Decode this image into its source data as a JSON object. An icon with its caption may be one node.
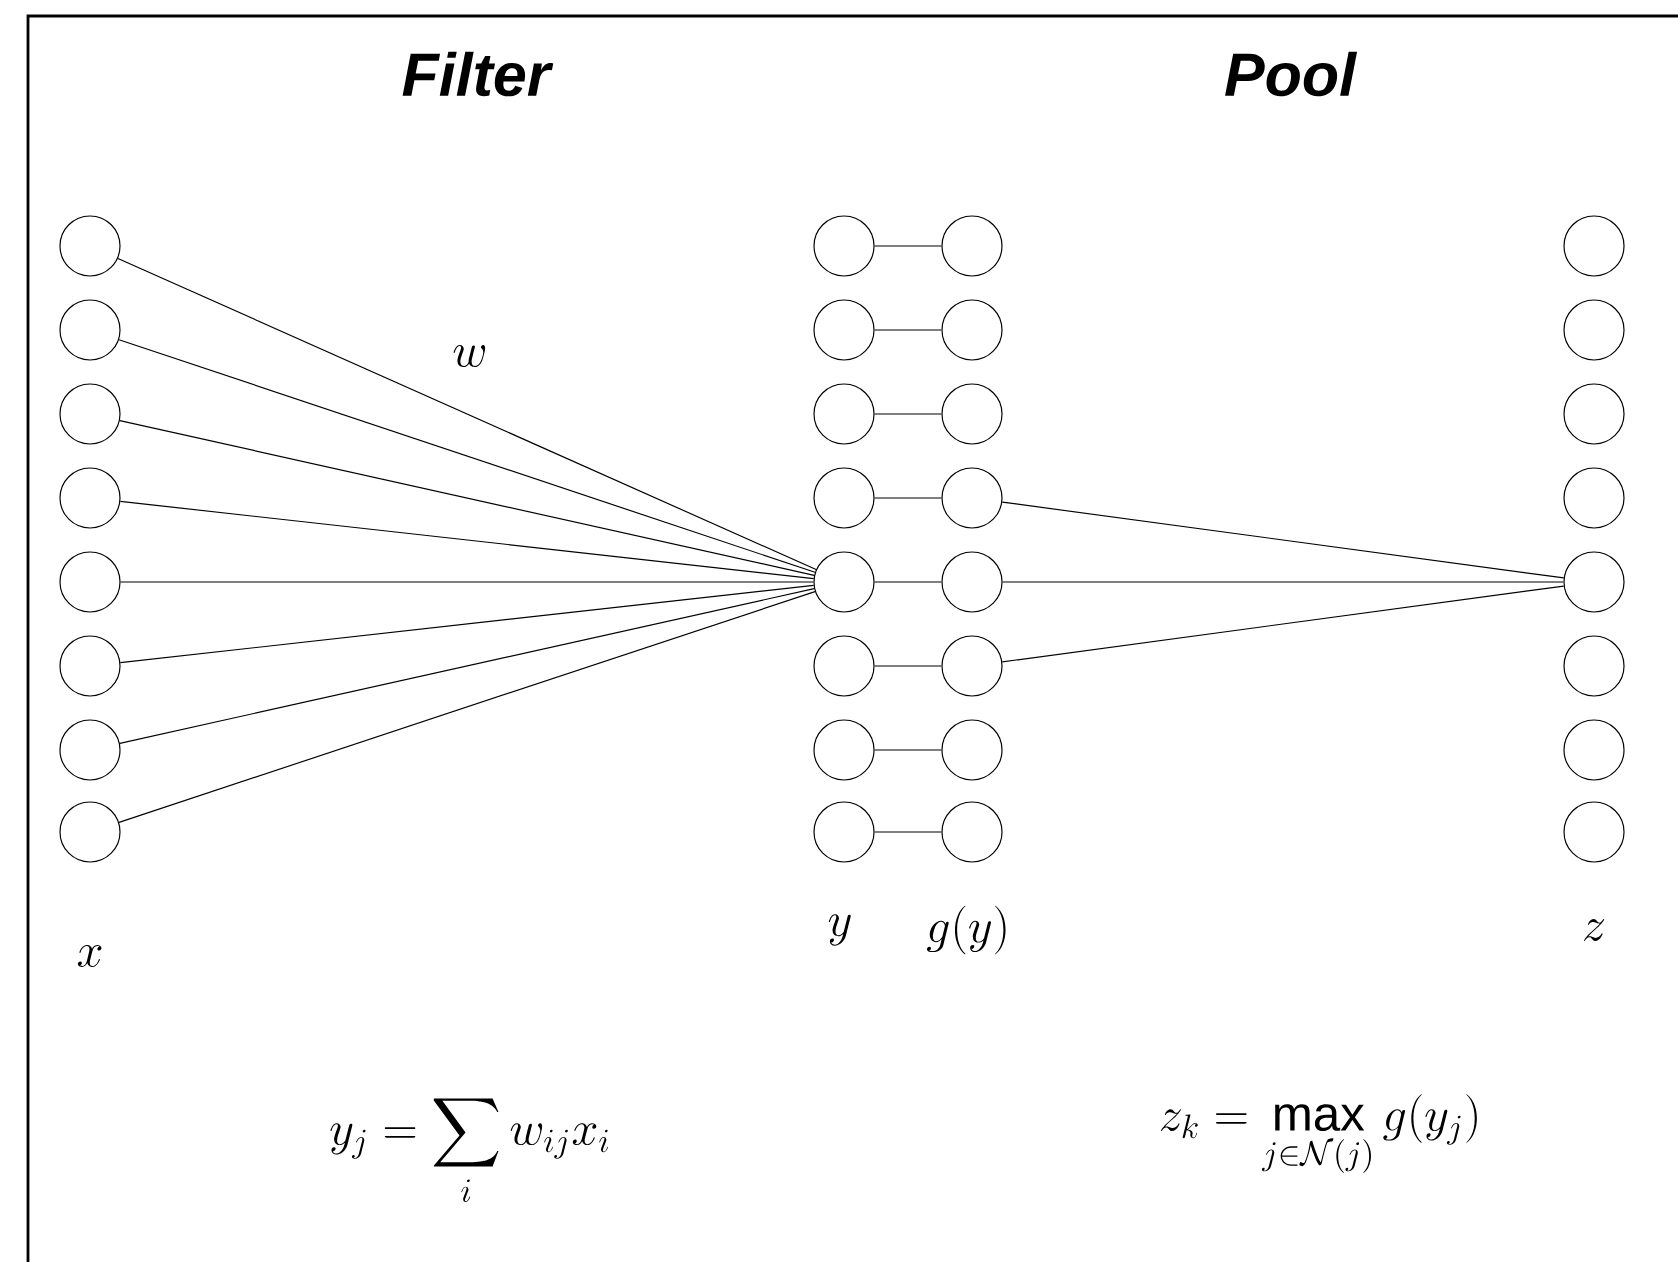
{
  "diagram": {
    "nodes": [
      {
        "text": [],
        "shape": "circle"
      },
      {
        "text": [],
        "shape": "circle"
      },
      {
        "text": [],
        "shape": "circle"
      },
      {
        "text": [],
        "shape": "circle"
      },
      {
        "text": [],
        "shape": "circle"
      },
      {
        "text": [],
        "shape": "circle"
      },
      {
        "text": [],
        "shape": "circle"
      },
      {
        "text": [],
        "shape": "circle"
      },
      {
        "text": [],
        "shape": "circle"
      },
      {
        "text": [],
        "shape": "circle"
      },
      {
        "text": [],
        "shape": "circle"
      },
      {
        "text": [],
        "shape": "circle"
      },
      {
        "text": [],
        "shape": "circle"
      },
      {
        "text": [],
        "shape": "circle"
      },
      {
        "text": [],
        "shape": "circle"
      },
      {
        "text": [],
        "shape": "circle"
      },
      {
        "text": [],
        "shape": "circle"
      },
      {
        "text": [],
        "shape": "circle"
      },
      {
        "text": [],
        "shape": "circle"
      },
      {
        "text": [],
        "shape": "circle"
      },
      {
        "text": [],
        "shape": "circle"
      },
      {
        "text": [],
        "shape": "circle"
      },
      {
        "text": [],
        "shape": "circle"
      },
      {
        "text": [],
        "shape": "circle"
      },
      {
        "text": [],
        "shape": "circle"
      },
      {
        "text": [],
        "shape": "circle"
      },
      {
        "text": [],
        "shape": "circle"
      },
      {
        "text": [],
        "shape": "circle"
      },
      {
        "text": [],
        "shape": "circle"
      },
      {
        "text": [],
        "shape": "circle"
      },
      {
        "text": [],
        "shape": "circle"
      },
      {
        "text": [],
        "shape": "circle"
      }
    ],
    "edges": [
      {
        "from": 0,
        "to": 12,
        "arrow": "none"
      },
      {
        "from": 1,
        "to": 12,
        "arrow": "none"
      },
      {
        "from": 2,
        "to": 12,
        "arrow": "none"
      },
      {
        "from": 3,
        "to": 12,
        "arrow": "none"
      },
      {
        "from": 4,
        "to": 12,
        "arrow": "none"
      },
      {
        "from": 5,
        "to": 12,
        "arrow": "none"
      },
      {
        "from": 6,
        "to": 12,
        "arrow": "none"
      },
      {
        "from": 7,
        "to": 12,
        "arrow": "none"
      },
      {
        "from": 8,
        "to": 16,
        "arrow": "none"
      },
      {
        "from": 9,
        "to": 17,
        "arrow": "none"
      },
      {
        "from": 10,
        "to": 18,
        "arrow": "none"
      },
      {
        "from": 11,
        "to": 19,
        "arrow": "none"
      },
      {
        "from": 12,
        "to": 20,
        "arrow": "none"
      },
      {
        "from": 13,
        "to": 21,
        "arrow": "none"
      },
      {
        "from": 14,
        "to": 22,
        "arrow": "none"
      },
      {
        "from": 15,
        "to": 23,
        "arrow": "none"
      },
      {
        "from": 19,
        "to": 28,
        "arrow": "none"
      },
      {
        "from": 20,
        "to": 28,
        "arrow": "none"
      },
      {
        "from": 21,
        "to": 28,
        "arrow": "none"
      }
    ],
    "labels": [
      "Filter",
      "Pool",
      "w",
      "x",
      "y",
      "g(y)",
      "z",
      "y_j = \\sum_i w_{ij} x_i",
      "z_k = \\max_{j \\in \\mathcal{N}(j)} g(y_j)"
    ]
  }
}
